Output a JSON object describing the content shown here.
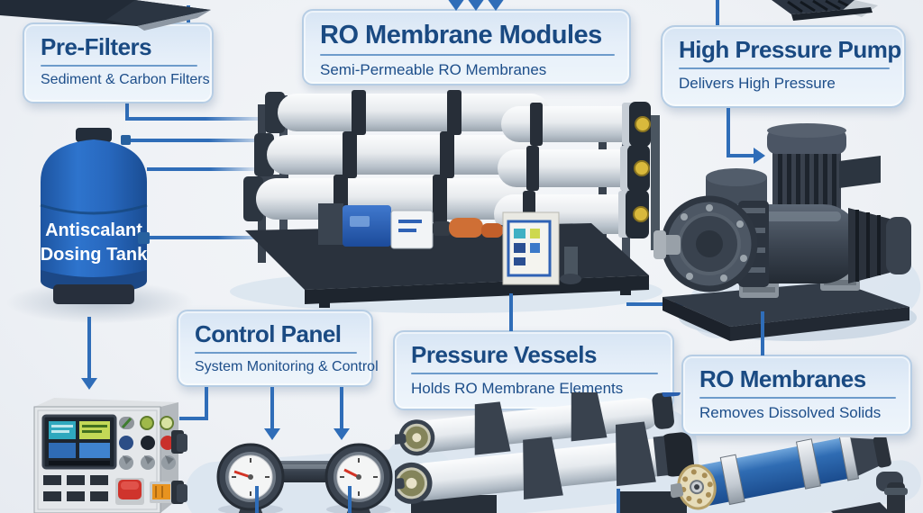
{
  "cards": {
    "pre_filters": {
      "title": "Pre-Filters",
      "subtitle": "Sediment & Carbon Filters"
    },
    "ro_membrane_modules": {
      "title": "RO Membrane Modules",
      "subtitle": "Semi-Permeable RO Membranes"
    },
    "high_pressure_pump": {
      "title": "High Pressure Pump",
      "subtitle": "Delivers High Pressure"
    },
    "control_panel": {
      "title": "Control Panel",
      "subtitle": "System Monitoring & Control"
    },
    "pressure_vessels": {
      "title": "Pressure Vessels",
      "subtitle": "Holds RO Membrane Elements"
    },
    "ro_membranes": {
      "title": "RO Membranes",
      "subtitle": "Removes Dissolved Solids"
    }
  },
  "tank": {
    "line1": "Antiscalant",
    "line2": "Dosing Tank"
  },
  "colors": {
    "accent_blue": "#2f6db8",
    "title_navy": "#1a4a82",
    "card_border": "#b6cde4",
    "tank_blue": "#2a6cc2",
    "machine_dark": "#39424e",
    "background": "#eef1f5"
  }
}
